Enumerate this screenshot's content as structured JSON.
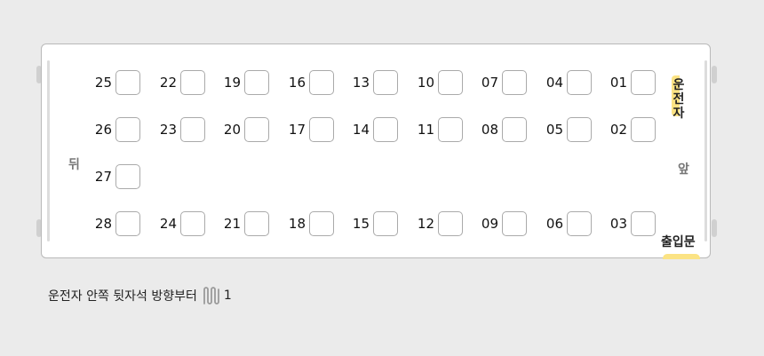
{
  "bus": {
    "driver_label": "운\n전\n자",
    "front_label": "앞",
    "back_label": "뒤",
    "door_label": "출입문",
    "accent_color": "#fbe384"
  },
  "seats": {
    "row1": [
      "25",
      "22",
      "19",
      "16",
      "13",
      "10",
      "07",
      "04",
      "01"
    ],
    "row2": [
      "26",
      "23",
      "20",
      "17",
      "14",
      "11",
      "08",
      "05",
      "02"
    ],
    "row3": [
      "27"
    ],
    "row4": [
      "28",
      "24",
      "21",
      "18",
      "15",
      "12",
      "09",
      "06",
      "03"
    ]
  },
  "legend": {
    "text": "운전자 안쪽 뒷자석 방향부터",
    "icon": "zigzag-path-icon",
    "suffix": "1"
  }
}
